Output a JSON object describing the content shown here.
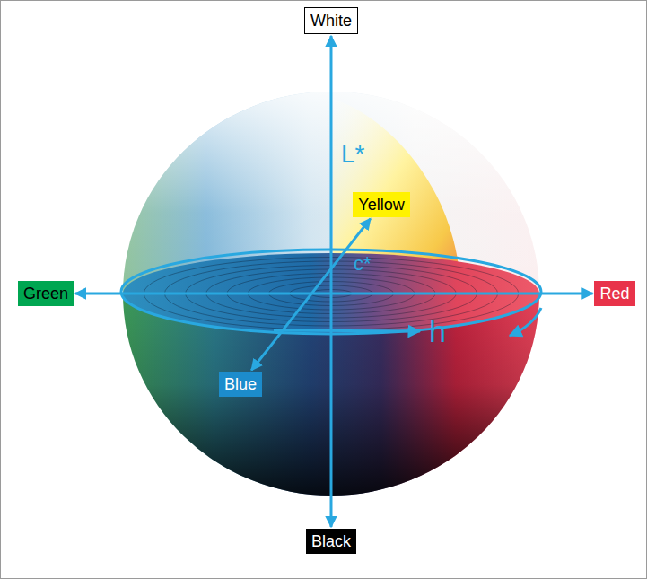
{
  "diagram": {
    "nodes": [
      {
        "text": [
          "White"
        ]
      },
      {
        "text": [
          "Yellow"
        ]
      },
      {
        "text": [
          "Green"
        ]
      },
      {
        "text": [
          "Red"
        ]
      },
      {
        "text": [
          "Blue"
        ]
      },
      {
        "text": [
          "Black"
        ]
      }
    ],
    "edges": [
      {
        "from": 0,
        "to": 5,
        "arrow": "both"
      },
      {
        "from": 2,
        "to": 3,
        "arrow": "both"
      },
      {
        "from": 4,
        "to": 1,
        "arrow": "both"
      }
    ],
    "labels": [
      "L*",
      "c*",
      "h"
    ]
  }
}
